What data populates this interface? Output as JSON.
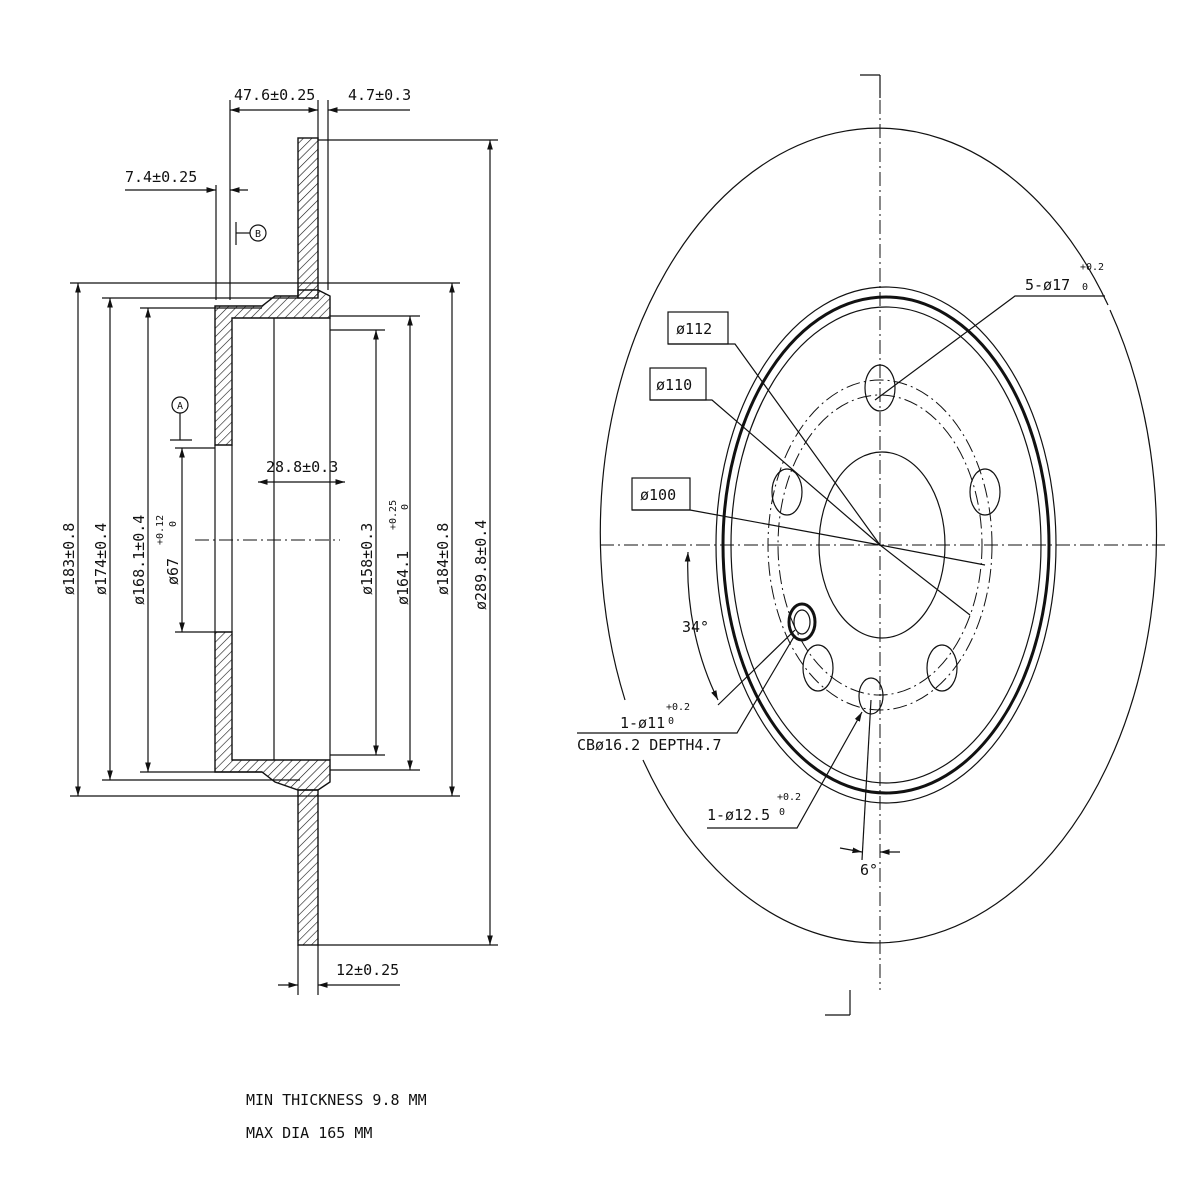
{
  "section_view": {
    "dims": {
      "hat_height": "47.6±0.25",
      "disc_offset": "4.7±0.3",
      "flange_thickness": "7.4±0.25",
      "bore_depth": "28.8±0.3",
      "disc_thickness": "12±0.25",
      "d183": "ø183±0.8",
      "d174": "ø174±0.4",
      "d168": "ø168.1±0.4",
      "d67": "ø67",
      "d67_tol_upper": "+0.12",
      "d67_tol_lower": "0",
      "d158": "ø158±0.3",
      "d164": "ø164.1",
      "d164_tol_upper": "+0.25",
      "d164_tol_lower": "0",
      "d184": "ø184±0.8",
      "d289": "ø289.8±0.4"
    },
    "datum_a": "A",
    "datum_b": "B"
  },
  "front_view": {
    "d112": "ø112",
    "d110": "ø110",
    "d100": "ø100",
    "bolt_holes": "5-ø17",
    "bolt_holes_tol_upper": "+0.2",
    "bolt_holes_tol_lower": "0",
    "hole_11": "1-ø11",
    "hole_11_tol_upper": "+0.2",
    "hole_11_tol_lower": "0",
    "counterbore": "CBø16.2 DEPTH4.7",
    "hole_12": "1-ø12.5",
    "hole_12_tol_upper": "+0.2",
    "hole_12_tol_lower": "0",
    "angle_34": "34°",
    "angle_6": "6°"
  },
  "notes": {
    "min_thickness": "MIN THICKNESS 9.8 MM",
    "max_dia": "MAX DIA 165 MM"
  }
}
